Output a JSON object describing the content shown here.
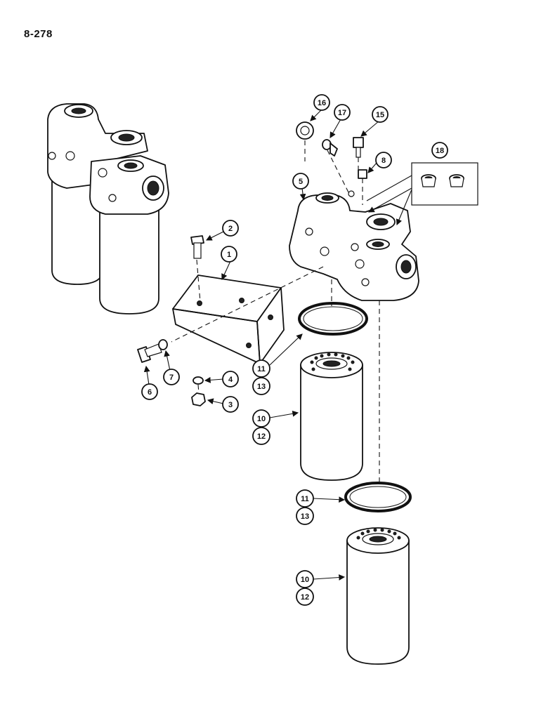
{
  "page": {
    "number": "8-278"
  },
  "callouts": {
    "c1": "1",
    "c2": "2",
    "c3": "3",
    "c4": "4",
    "c5": "5",
    "c6": "6",
    "c7": "7",
    "c8": "8",
    "c10a": "10",
    "c12a": "12",
    "c11a": "11",
    "c13a": "13",
    "c11b": "11",
    "c13b": "13",
    "c10b": "10",
    "c12b": "12",
    "c15": "15",
    "c16": "16",
    "c17": "17",
    "c18": "18"
  },
  "colors": {
    "ink": "#111111",
    "paper": "#ffffff"
  }
}
